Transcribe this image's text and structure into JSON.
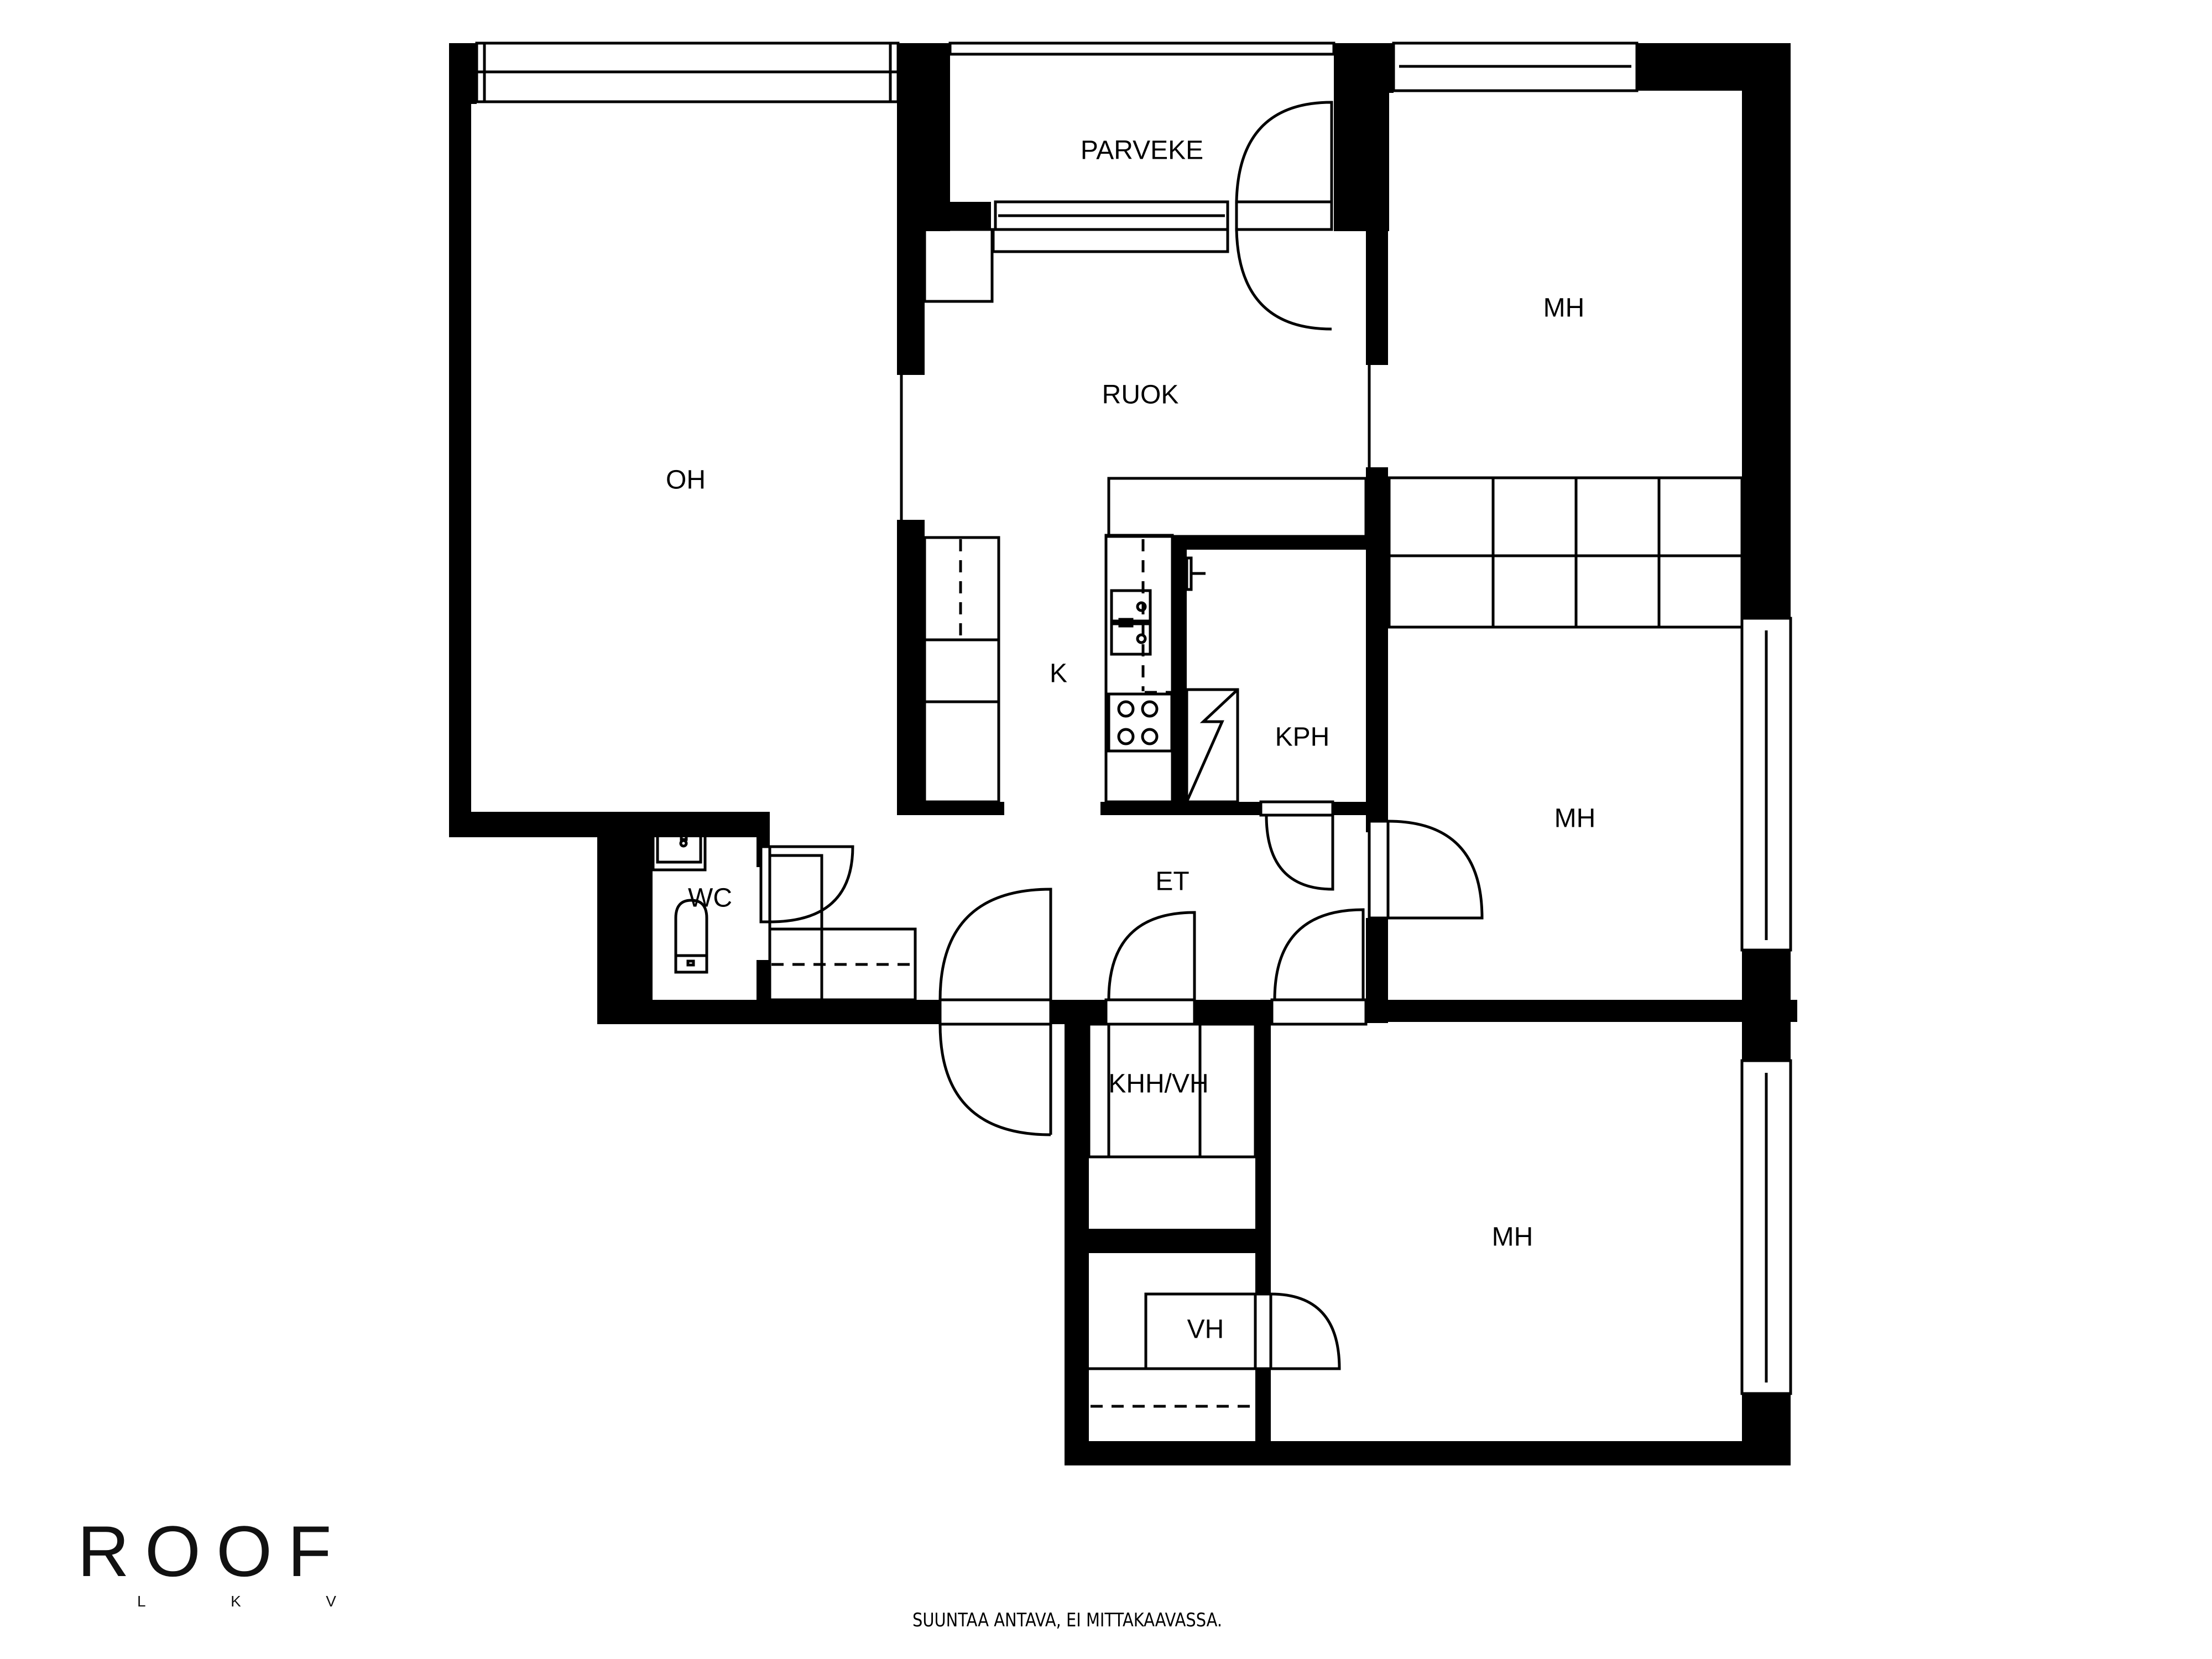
{
  "plan": {
    "rooms": [
      {
        "id": "oh",
        "label": "OH"
      },
      {
        "id": "parveke",
        "label": "PARVEKE"
      },
      {
        "id": "ruok",
        "label": "RUOK"
      },
      {
        "id": "k",
        "label": "K"
      },
      {
        "id": "kph",
        "label": "KPH"
      },
      {
        "id": "mh1",
        "label": "MH"
      },
      {
        "id": "mh2",
        "label": "MH"
      },
      {
        "id": "mh3",
        "label": "MH"
      },
      {
        "id": "wc",
        "label": "WC"
      },
      {
        "id": "et",
        "label": "ET"
      },
      {
        "id": "khhvh",
        "label": "KHH/VH"
      },
      {
        "id": "vh",
        "label": "VH"
      }
    ],
    "colors": {
      "wall": "#000000",
      "background": "#ffffff",
      "line": "#000000"
    }
  },
  "branding": {
    "logo_main": "ROOF",
    "logo_sub": [
      "L",
      "K",
      "V"
    ]
  },
  "footer": {
    "disclaimer": "SUUNTAA ANTAVA, EI MITTAKAAVASSA."
  }
}
